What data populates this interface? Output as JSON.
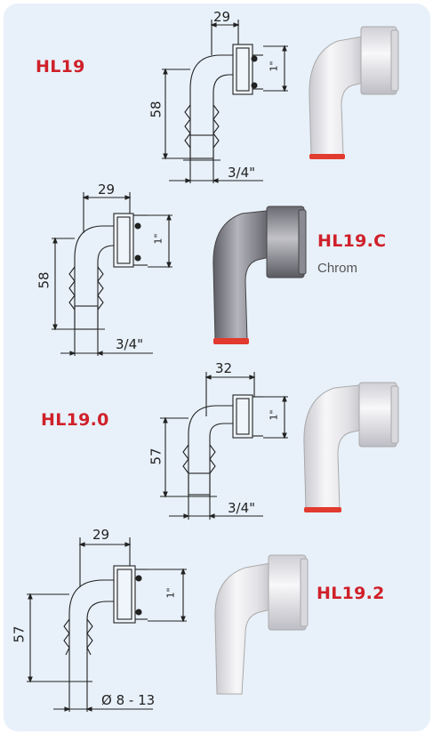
{
  "products": [
    {
      "code": "HL19",
      "width": "29",
      "height": "58",
      "thread": "1\"",
      "outlet": "3/4\""
    },
    {
      "code": "HL19.C",
      "finish": "Chrom",
      "width": "29",
      "height": "58",
      "thread": "1\"",
      "outlet": "3/4\""
    },
    {
      "code": "HL19.0",
      "width": "32",
      "height": "57",
      "thread": "1\"",
      "outlet": "3/4\""
    },
    {
      "code": "HL19.2",
      "width": "29",
      "height": "57",
      "thread": "1\"",
      "outlet": "Ø 8 - 13"
    }
  ],
  "colors": {
    "label": "#d0202a",
    "panel": "#e8f1fa",
    "chrome": "#8d8d93",
    "white_part": "#e9e9ec",
    "seal": "#e23a2e"
  }
}
